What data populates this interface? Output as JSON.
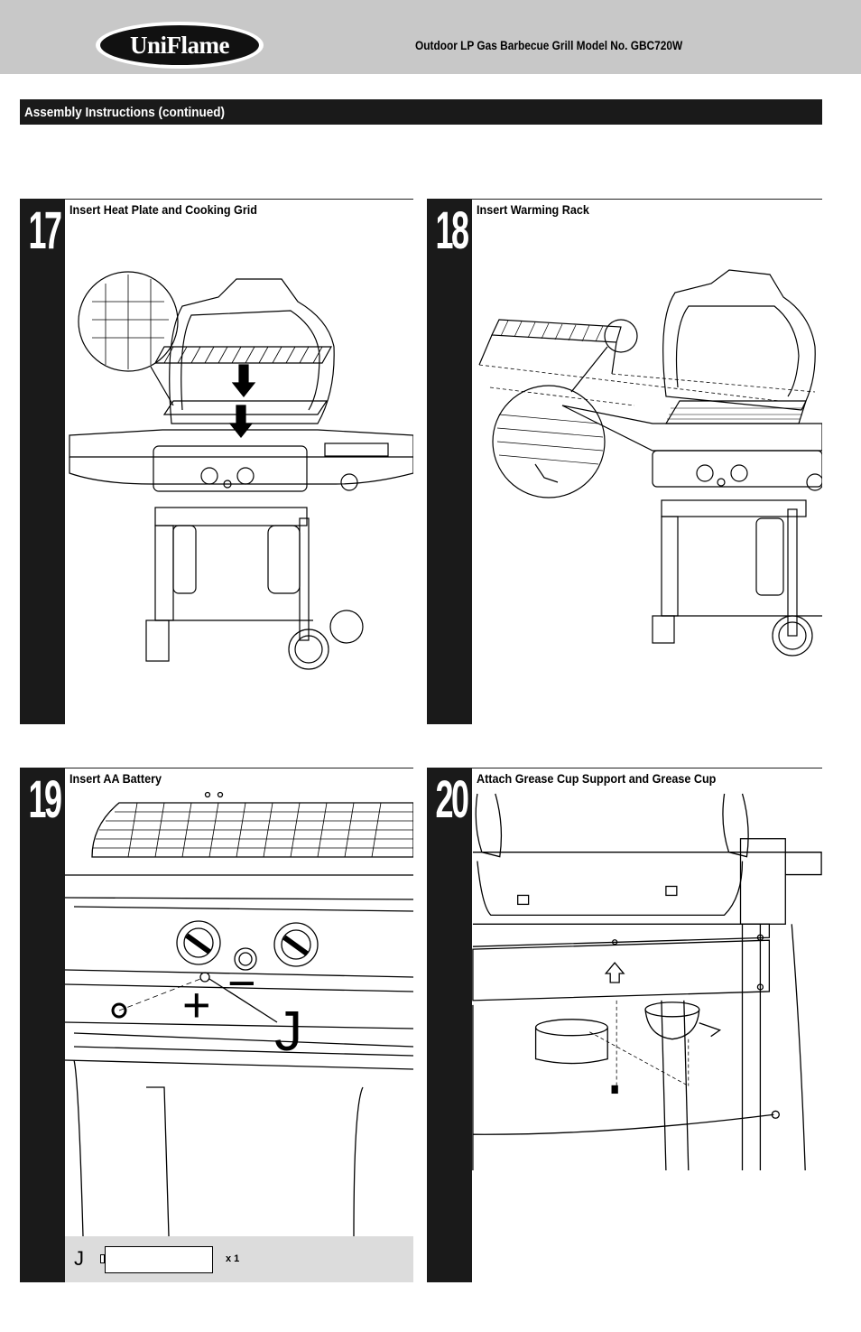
{
  "header": {
    "logo": "UniFlame",
    "title": "Outdoor LP Gas Barbecue Grill  Model No. GBC720W"
  },
  "section": {
    "title": "Assembly Instructions (continued)"
  },
  "steps": [
    {
      "number": "17",
      "title": "Insert Heat Plate and Cooking Grid"
    },
    {
      "number": "18",
      "title": "Insert Warming Rack"
    },
    {
      "number": "19",
      "title": "Insert AA Battery",
      "callouts": {
        "plus": "+",
        "minus": "−",
        "part": "J"
      }
    },
    {
      "number": "20",
      "title": "Attach Grease Cup Support and Grease Cup"
    }
  ],
  "parts": {
    "letter": "J",
    "quantity": "x 1"
  }
}
